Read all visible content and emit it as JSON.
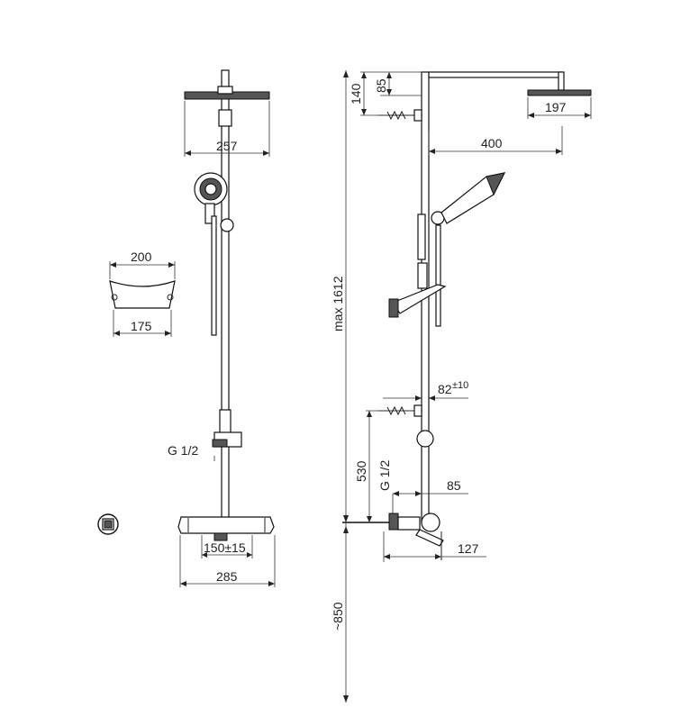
{
  "dimensions": {
    "rain_head_width": "257",
    "holder_top_width": "200",
    "holder_bottom_width": "175",
    "inlet_thread_front": "G 1/2",
    "mixer_centers": "150±15",
    "mixer_width": "285",
    "arm_drop": "140",
    "arm_to_head": "85",
    "head_diameter": "197",
    "arm_length": "400",
    "total_height": "max 1612",
    "holder_offset": "82",
    "holder_offset_tolerance": "±10",
    "inlet_height": "530",
    "inlet_thread_side": "G 1/2",
    "inlet_projection": "85",
    "mixer_projection": "127",
    "floor_height": "~850"
  }
}
